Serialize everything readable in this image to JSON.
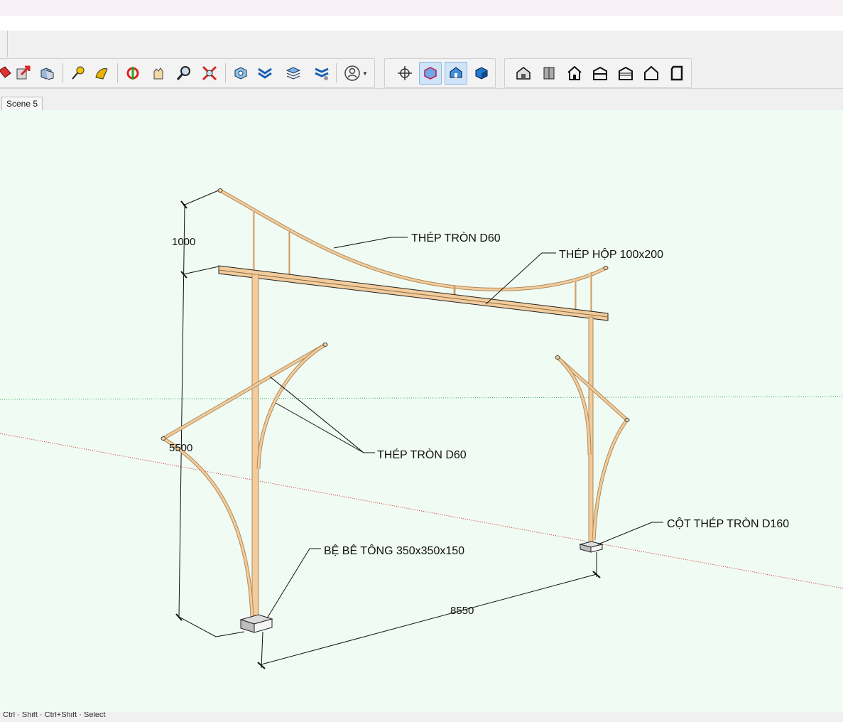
{
  "scene": {
    "tab_label": "Scene 5"
  },
  "toolbar": {
    "icons": [
      "paint-bucket-icon",
      "export-icon",
      "components-icon",
      "tape-measure-icon",
      "paint-sample-icon",
      "orbit-icon",
      "pan-icon",
      "zoom-icon",
      "zoom-extents-icon",
      "model-info-icon",
      "styles-icon",
      "layers-icon",
      "outliner-icon",
      "account-icon",
      "xray-icon",
      "back-edges-icon",
      "wireframe-icon",
      "shaded-icon",
      "iso-view-icon",
      "top-view-icon",
      "front-view-icon",
      "right-view-icon",
      "back-view-icon",
      "left-view-icon",
      "bottom-view-icon"
    ],
    "active": [
      "back-edges-icon",
      "wireframe-icon"
    ]
  },
  "viewport": {
    "dimensions": {
      "height_top": "1000",
      "height_main": "5500",
      "span": "8550"
    },
    "labels": {
      "top_pipe": "THÉP TRÒN D60",
      "box_beam": "THÉP HỘP 100x200",
      "side_pipes": "THÉP TRÒN D60",
      "column": "CỘT THÉP TRÒN D160",
      "base": "BỆ BÊ TÔNG 350x350x150"
    },
    "colors": {
      "background": "#f0fbf3",
      "steel": "#f2cc9c",
      "steel_edge": "#b08a5a",
      "red_axis": "#cc2222",
      "green_axis": "#3aa85a"
    }
  },
  "status": {
    "text": "Ctrl · Shift · Ctrl+Shift · Select"
  }
}
